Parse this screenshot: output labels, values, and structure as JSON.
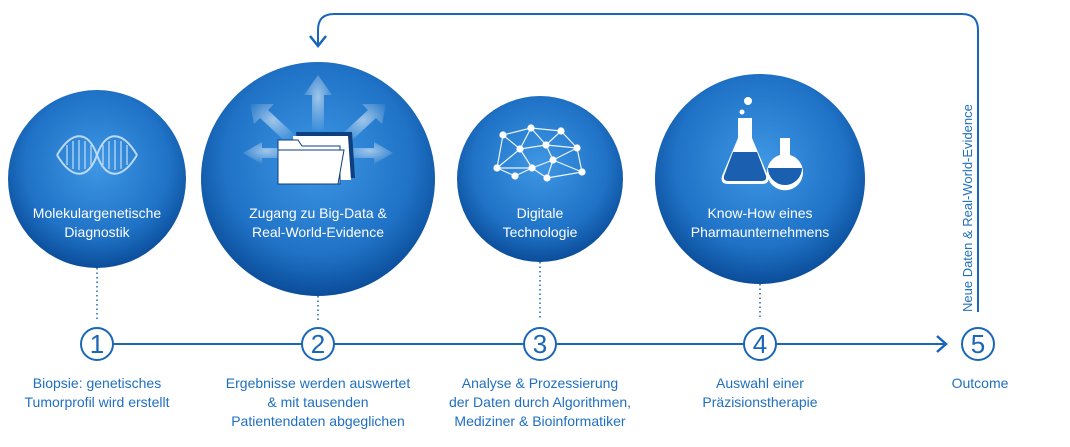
{
  "colors": {
    "primary": "#1a66b8",
    "circle_light": "#3d95e3",
    "circle_dark": "#0b4d9a",
    "text_on_circle": "#ffffff"
  },
  "circles": [
    {
      "icon": "dna-icon",
      "lines": [
        "Molekulargenetische",
        "Diagnostik"
      ]
    },
    {
      "icon": "folder-arrows-icon",
      "lines": [
        "Zugang zu Big-Data &",
        "Real-World-Evidence"
      ]
    },
    {
      "icon": "network-icon",
      "lines": [
        "Digitale",
        "Technologie"
      ]
    },
    {
      "icon": "flasks-icon",
      "lines": [
        "Know-How eines",
        "Pharmaunternehmens"
      ]
    }
  ],
  "steps": [
    {
      "number": "1",
      "caption": [
        "Biopsie: genetisches",
        "Tumorprofil wird erstellt"
      ]
    },
    {
      "number": "2",
      "caption": [
        "Ergebnisse werden auswertet",
        "& mit tausenden",
        "Patientendaten abgeglichen"
      ]
    },
    {
      "number": "3",
      "caption": [
        "Analyse & Prozessierung",
        "der Daten durch Algorithmen,",
        "Mediziner & Bioinformatiker"
      ]
    },
    {
      "number": "4",
      "caption": [
        "Auswahl einer",
        "Präzisionstherapie"
      ]
    },
    {
      "number": "5",
      "caption": [
        "Outcome"
      ]
    }
  ],
  "feedback_label": "Neue Daten & Real-World-Evidence"
}
